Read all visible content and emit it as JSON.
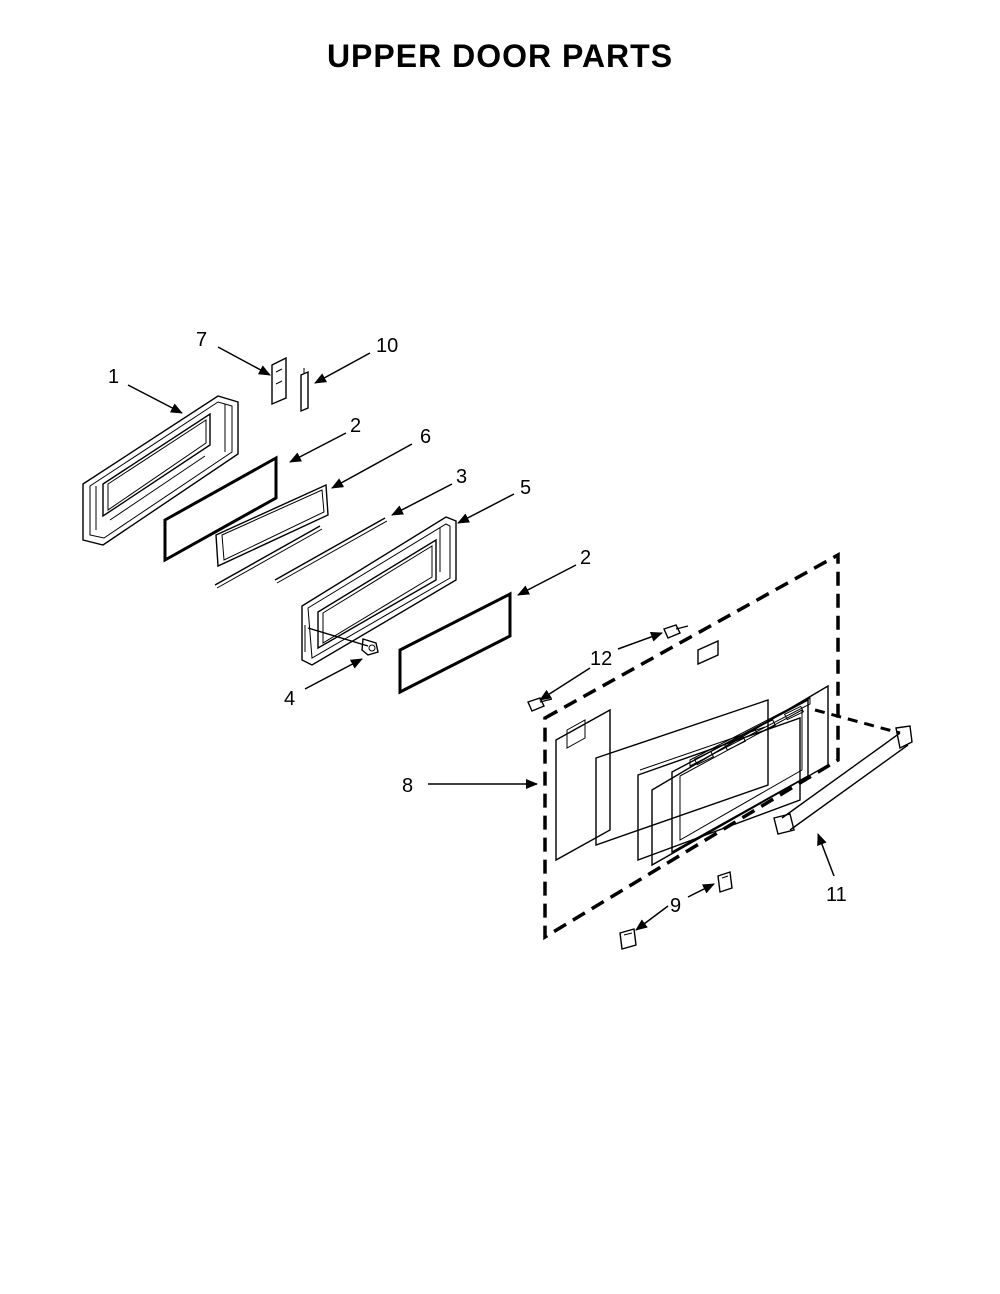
{
  "title": "UPPER DOOR PARTS",
  "callouts": {
    "c1": "1",
    "c2a": "2",
    "c2b": "2",
    "c3": "3",
    "c4": "4",
    "c5": "5",
    "c6": "6",
    "c7": "7",
    "c8": "8",
    "c9": "9",
    "c10": "10",
    "c11": "11",
    "c12": "12"
  }
}
